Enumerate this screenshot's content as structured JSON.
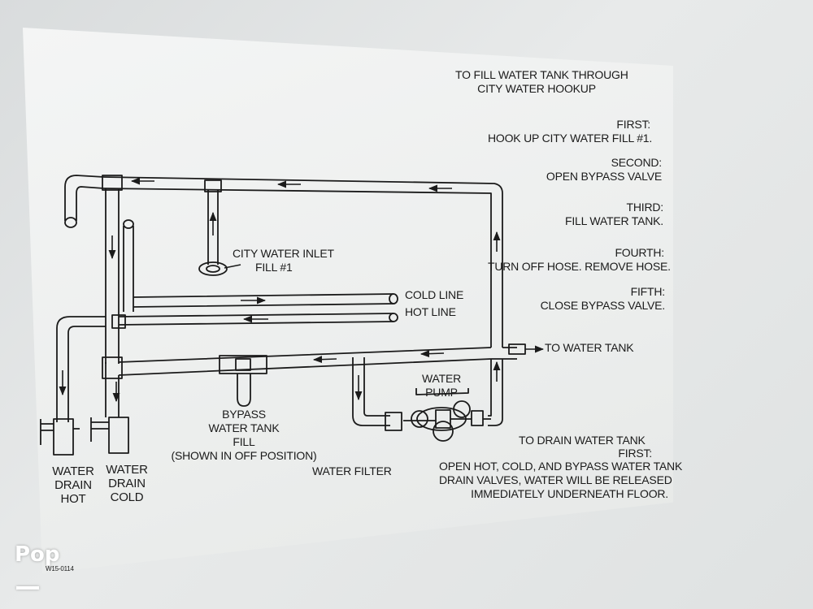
{
  "instructions": {
    "fill_title_line1": "TO FILL WATER TANK THROUGH",
    "fill_title_line2": "CITY WATER HOOKUP",
    "steps": [
      {
        "heading": "FIRST:",
        "text": "HOOK UP CITY WATER FILL #1."
      },
      {
        "heading": "SECOND:",
        "text": "OPEN BYPASS VALVE"
      },
      {
        "heading": "THIRD:",
        "text": "FILL WATER TANK."
      },
      {
        "heading": "FOURTH:",
        "text": "TURN OFF HOSE. REMOVE HOSE."
      },
      {
        "heading": "FIFTH:",
        "text": "CLOSE BYPASS VALVE."
      }
    ],
    "drain_title": "TO DRAIN WATER TANK",
    "drain_heading": "FIRST:",
    "drain_text_line1": "OPEN HOT, COLD, AND BYPASS WATER TANK",
    "drain_text_line2": "DRAIN VALVES, WATER WILL BE RELEASED",
    "drain_text_line3": "IMMEDIATELY UNDERNEATH FLOOR."
  },
  "labels": {
    "city_inlet_line1": "CITY WATER INLET",
    "city_inlet_line2": "FILL #1",
    "cold_line": "COLD LINE",
    "hot_line": "HOT LINE",
    "to_water_tank": "TO WATER TANK",
    "water_pump_line1": "WATER",
    "water_pump_line2": "PUMP",
    "bypass_line1": "BYPASS",
    "bypass_line2": "WATER TANK",
    "bypass_line3": "FILL",
    "bypass_line4": "(SHOWN IN OFF POSITION)",
    "water_filter": "WATER FILTER",
    "drain_hot_line1": "WATER",
    "drain_hot_line2": "DRAIN",
    "drain_hot_line3": "HOT",
    "drain_cold_line1": "WATER",
    "drain_cold_line2": "DRAIN",
    "drain_cold_line3": "COLD",
    "part_number": "W15-0114"
  },
  "watermark": "Pop",
  "colors": {
    "ink": "#1b1b1b",
    "sticker": "#eff0f0",
    "wall": "#dee1e1"
  }
}
